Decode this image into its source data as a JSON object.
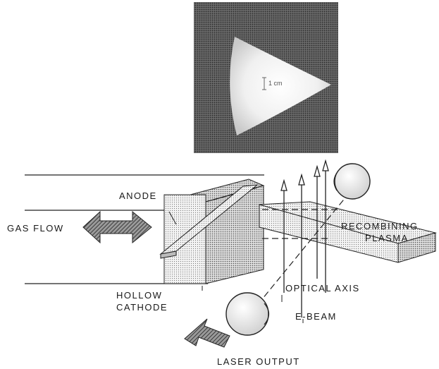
{
  "labels": {
    "anode": "ANODE",
    "gas_flow": "GAS FLOW",
    "recombining_line1": "RECOMBINING",
    "recombining_line2": "PLASMA",
    "hollow_line1": "HOLLOW",
    "hollow_line2": "CATHODE",
    "optical_axis": "OPTICAL AXIS",
    "e_beam": "E-BEAM",
    "laser_output": "LASER OUTPUT"
  },
  "photo": {
    "scale_label": "1 cm"
  }
}
